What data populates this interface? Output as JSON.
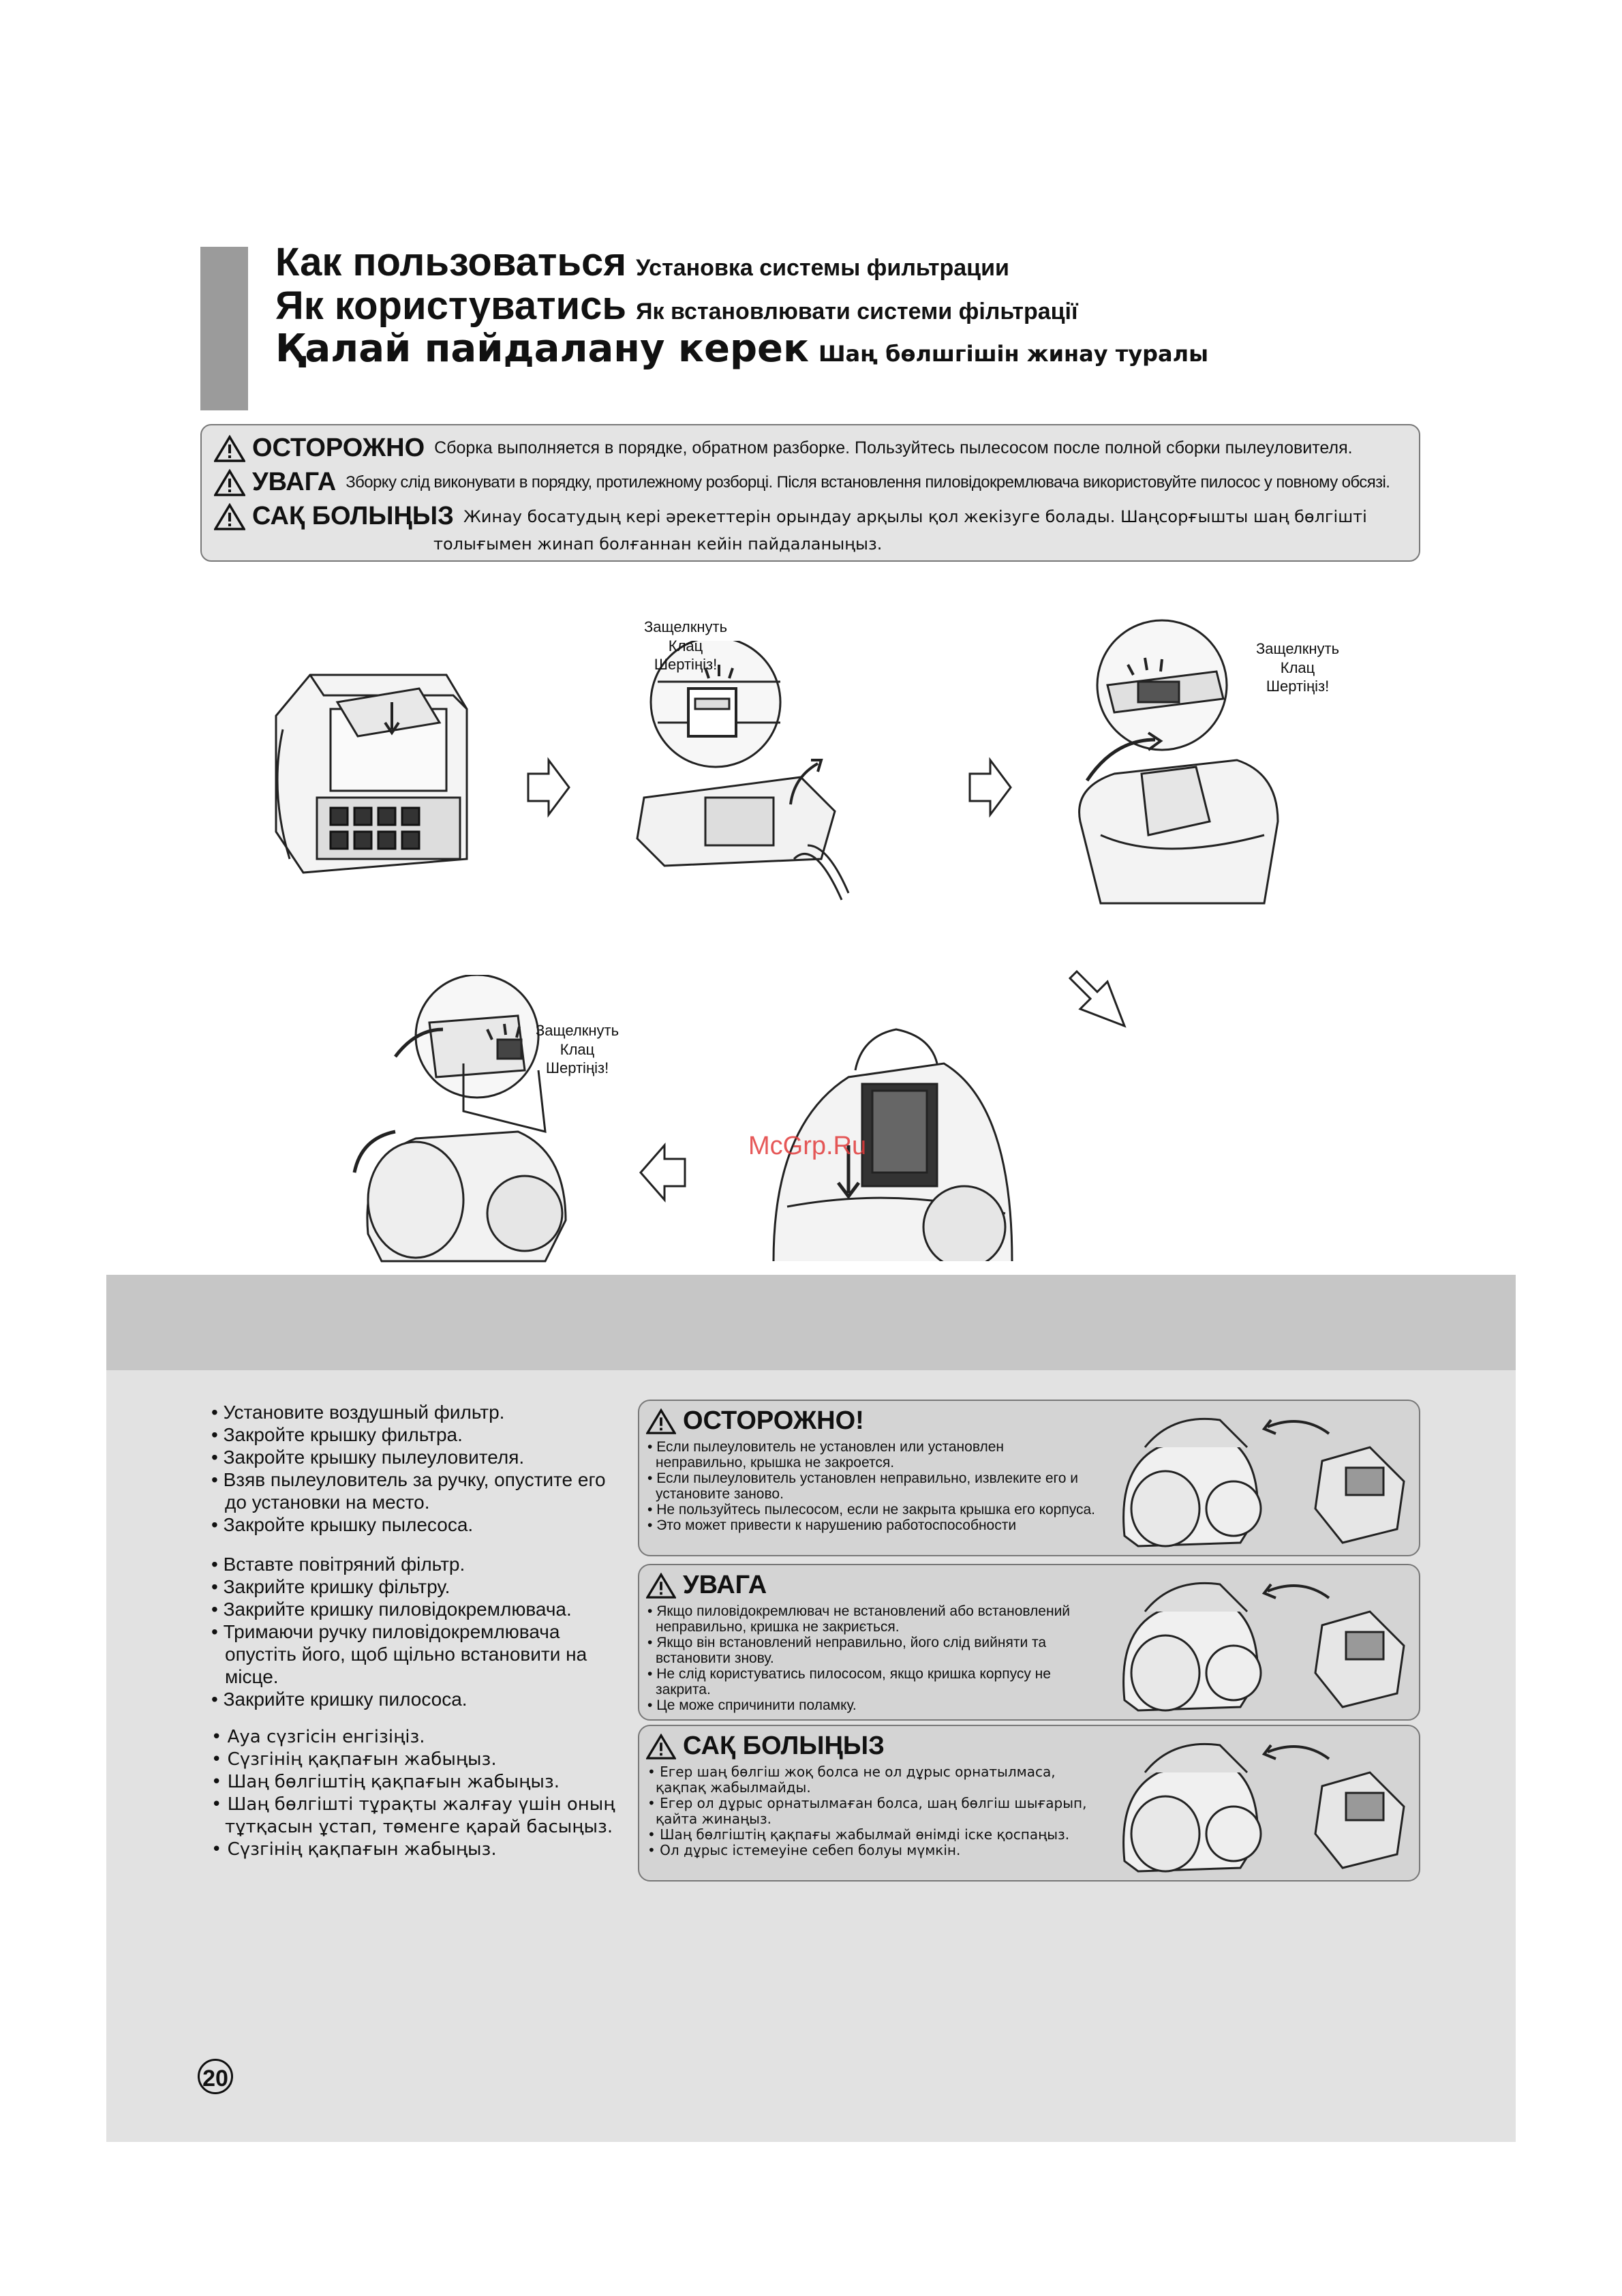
{
  "header": {
    "lines": [
      {
        "main": "Как пользоваться",
        "sub": "Установка системы фильтрации"
      },
      {
        "main": "Як користуватись",
        "sub": "Як встановлювати системи фільтрації"
      },
      {
        "main": "Қалай пайдалану керек",
        "sub": "Шаң бөлшгішін жинау туралы"
      }
    ]
  },
  "caution": {
    "ru": {
      "label": "ОСТОРОЖНО",
      "text": "Сборка выполняется в порядке, обратном разборке. Пользуйтесь пылесосом после полной сборки пылеуловителя."
    },
    "ua": {
      "label": "УВАГА",
      "text": "Зборку слід виконувати в порядку, протилежному розборці. Після встановлення пиловідокремлювача використовуйте пилосос у повному обсязі."
    },
    "kz": {
      "label": "САҚ БОЛЫҢЫЗ",
      "text": "Жинау босатудың кері әрекеттерін орындау арқылы қол жекізуге болады. Шаңсорғышты шаң бөлгішті",
      "text2": "толығымен жинап болғаннан кейін пайдаланыңыз."
    }
  },
  "callouts": {
    "c1": [
      "Защелкнуть",
      "Клац",
      "Шертіңіз!"
    ],
    "c2": [
      "Защелкнуть",
      "Клац",
      "Шертіңіз!"
    ],
    "c3": [
      "Защелкнуть",
      "Клац",
      "Шертіңіз!"
    ]
  },
  "watermark": "McGrp.Ru",
  "steps": {
    "ru": [
      "Установите воздушный фильтр.",
      "Закройте крышку фильтра.",
      "Закройте крышку пылеуловителя.",
      "Взяв пылеуловитель за ручку, опустите его",
      "до установки на место.",
      "Закройте крышку пылесоса."
    ],
    "ua": [
      "Вставте повітряний фільтр.",
      "Закрийте кришку фільтру.",
      "Закрийте кришку пиловідокремлювача.",
      "Тримаючи ручку пиловідокремлювача",
      "опустіть його, щоб щільно встановити на",
      "місце.",
      "Закрийте кришку пилососа."
    ],
    "kz": [
      "Ауа сүзгісін енгізіңіз.",
      "Сүзгінің қақпағын жабыңыз.",
      "Шаң бөлгіштің қақпағын жабыңыз.",
      "Шаң бөлгішті тұрақты жалғау үшін оның",
      "тұтқасын ұстап, төменге қарай басыңыз.",
      "Сүзгінің қақпағын жабыңыз."
    ]
  },
  "warnings": {
    "ru": {
      "title": "ОСТОРОЖНО!",
      "items": [
        "Если пылеуловитель не установлен или установлен неправильно, крышка не закроется.",
        "Если пылеуловитель установлен неправильно, извлеките его и установите заново.",
        "Не пользуйтесь пылесосом, если не закрыта крышка его корпуса.",
        "Это может привести к нарушению работоспособности"
      ]
    },
    "ua": {
      "title": "УВАГА",
      "items": [
        "Якщо пиловідокремлювач не встановлений або встановлений неправильно, кришка не закриється.",
        "Якщо він встановлений неправильно, його слід вийняти та встановити знову.",
        "Не слід користуватись пилососом, якщо кришка корпусу не закрита.",
        "Це може спричинити поламку."
      ]
    },
    "kz": {
      "title": "САҚ БОЛЫҢЫЗ",
      "items": [
        "Егер шаң бөлгіш жоқ болса не ол дұрыс орнатылмаса, қақпақ жабылмайды.",
        "Егер ол дұрыс орнатылмаған болса, шаң бөлгіш шығарып, қайта жинаңыз.",
        "Шаң бөлгіштің қақпағы жабылмай өнімді іске қоспаңыз.",
        "Ол дұрыс істемеуіне себеп болуы мүмкін."
      ]
    }
  },
  "page_number": "20"
}
